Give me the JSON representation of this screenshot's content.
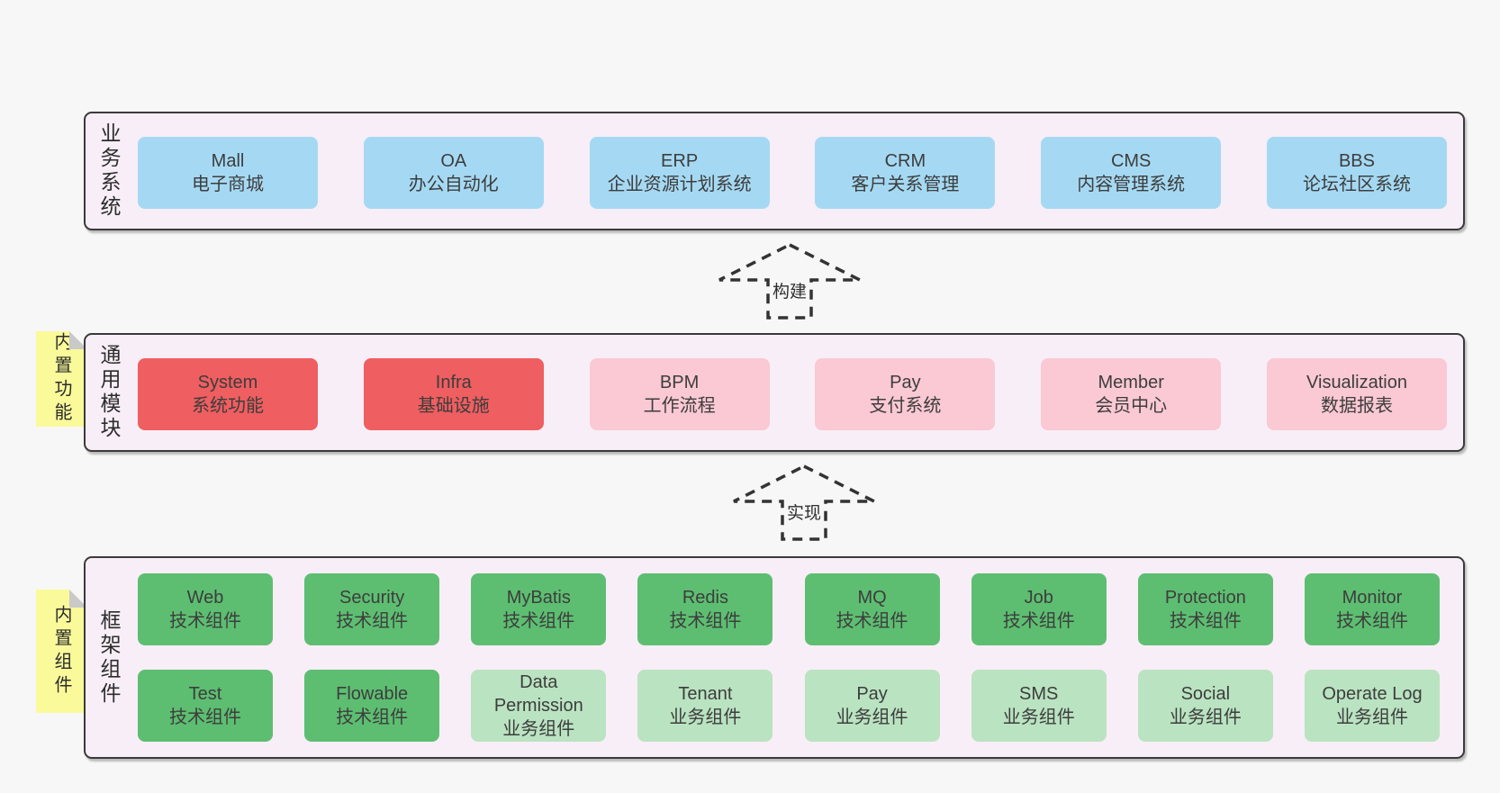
{
  "palette": {
    "page_bg": "#f7f7f7",
    "band_bg": "#f8eef7",
    "band_border": "#3a3a3a",
    "blue": "#a5d9f3",
    "red": "#ef5e60",
    "pink": "#fac9d3",
    "green_dark": "#5dbe71",
    "green_light": "#bae3c1",
    "sticky_bg": "#fafa9b",
    "sticky_fold": "#c9c9c9",
    "text": "#3d3d3d"
  },
  "bands": [
    {
      "label": "业务系统",
      "rows": [
        [
          {
            "name": "Mall",
            "desc": "电子商城",
            "variant": "blue"
          },
          {
            "name": "OA",
            "desc": "办公自动化",
            "variant": "blue"
          },
          {
            "name": "ERP",
            "desc": "企业资源计划系统",
            "variant": "blue"
          },
          {
            "name": "CRM",
            "desc": "客户关系管理",
            "variant": "blue"
          },
          {
            "name": "CMS",
            "desc": "内容管理系统",
            "variant": "blue"
          },
          {
            "name": "BBS",
            "desc": "论坛社区系统",
            "variant": "blue"
          }
        ]
      ]
    },
    {
      "label": "通用模块",
      "sticky": "内置功能",
      "rows": [
        [
          {
            "name": "System",
            "desc": "系统功能",
            "variant": "red"
          },
          {
            "name": "Infra",
            "desc": "基础设施",
            "variant": "red"
          },
          {
            "name": "BPM",
            "desc": "工作流程",
            "variant": "pink"
          },
          {
            "name": "Pay",
            "desc": "支付系统",
            "variant": "pink"
          },
          {
            "name": "Member",
            "desc": "会员中心",
            "variant": "pink"
          },
          {
            "name": "Visualization",
            "desc": "数据报表",
            "variant": "pink"
          }
        ]
      ]
    },
    {
      "label": "框架组件",
      "sticky": "内置组件",
      "rows": [
        [
          {
            "name": "Web",
            "desc": "技术组件",
            "variant": "green"
          },
          {
            "name": "Security",
            "desc": "技术组件",
            "variant": "green"
          },
          {
            "name": "MyBatis",
            "desc": "技术组件",
            "variant": "green"
          },
          {
            "name": "Redis",
            "desc": "技术组件",
            "variant": "green"
          },
          {
            "name": "MQ",
            "desc": "技术组件",
            "variant": "green"
          },
          {
            "name": "Job",
            "desc": "技术组件",
            "variant": "green"
          },
          {
            "name": "Protection",
            "desc": "技术组件",
            "variant": "green"
          },
          {
            "name": "Monitor",
            "desc": "技术组件",
            "variant": "green"
          }
        ],
        [
          {
            "name": "Test",
            "desc": "技术组件",
            "variant": "green"
          },
          {
            "name": "Flowable",
            "desc": "技术组件",
            "variant": "green"
          },
          {
            "name": "Data Permission",
            "desc": "业务组件",
            "variant": "lightgreen"
          },
          {
            "name": "Tenant",
            "desc": "业务组件",
            "variant": "lightgreen"
          },
          {
            "name": "Pay",
            "desc": "业务组件",
            "variant": "lightgreen"
          },
          {
            "name": "SMS",
            "desc": "业务组件",
            "variant": "lightgreen"
          },
          {
            "name": "Social",
            "desc": "业务组件",
            "variant": "lightgreen"
          },
          {
            "name": "Operate Log",
            "desc": "业务组件",
            "variant": "lightgreen"
          }
        ]
      ]
    }
  ],
  "arrows": [
    {
      "label": "构建"
    },
    {
      "label": "实现"
    }
  ]
}
